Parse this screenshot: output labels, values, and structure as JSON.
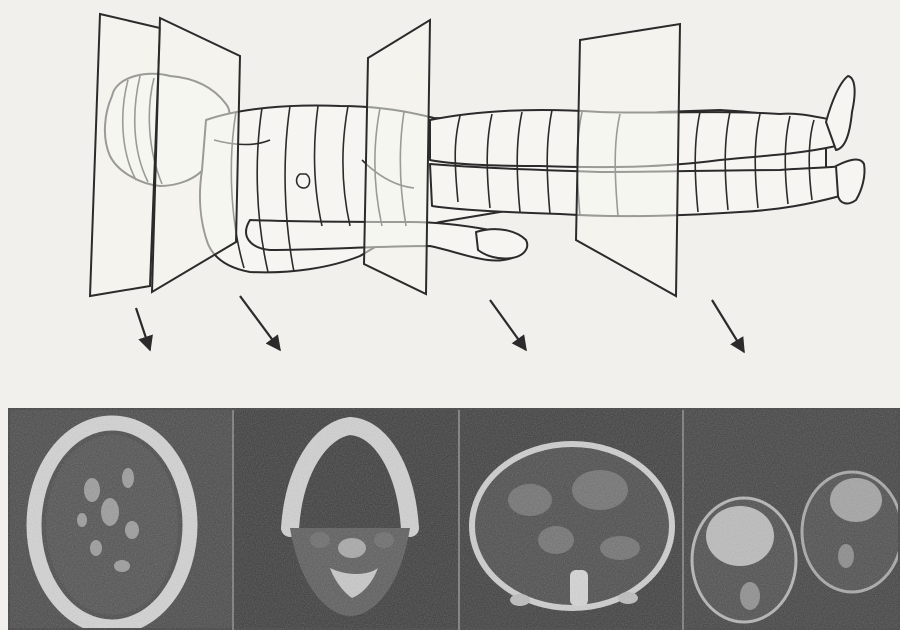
{
  "figure": {
    "body": {
      "orientation": "supine",
      "head_side": "left"
    },
    "planes": [
      {
        "id": "head-plane-1",
        "region": "head"
      },
      {
        "id": "head-plane-2",
        "region": "mouth"
      },
      {
        "id": "thorax-plane",
        "region": "abdomen"
      },
      {
        "id": "leg-plane",
        "region": "thighs"
      }
    ],
    "arrows": [
      "down-right",
      "down-right",
      "down-right",
      "down-right"
    ],
    "scans": [
      {
        "id": "scan-brain",
        "region": "brain"
      },
      {
        "id": "scan-jaw",
        "region": "jaw"
      },
      {
        "id": "scan-abdomen",
        "region": "abdomen"
      },
      {
        "id": "scan-thighs",
        "region": "thighs"
      }
    ],
    "colors": {
      "background": "#f1f0ec",
      "line": "#2b2b2b",
      "scan_background": "#3e3e3e",
      "bone": "#d2d2d2"
    }
  }
}
